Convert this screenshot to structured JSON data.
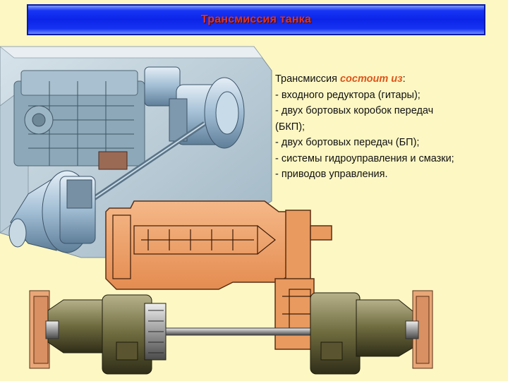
{
  "slide": {
    "title": "Трансмиссия танка"
  },
  "description": {
    "intro": "Трансмиссия ",
    "emphasis": "состоит из",
    "colon": ":",
    "items": [
      "- входного редуктора (гитары);",
      "- двух бортовых коробок передач",
      "(БКП);",
      "- двух бортовых передач (БП);",
      "- системы гидроуправления и смазки;",
      "- приводов управления."
    ]
  },
  "colors": {
    "background": "#fcf7c3",
    "title_bar": "#0c24e8",
    "title_text": "#d9332a",
    "accent_text": "#e0541a",
    "hull_illustration": "#a9c7db",
    "gearbox_casing": "#f0a36b",
    "final_drive": "#7c7547"
  },
  "icons": [
    "hull-installation-illustration",
    "gearbox-cutaway-illustration",
    "final-drive-assembly-illustration"
  ]
}
